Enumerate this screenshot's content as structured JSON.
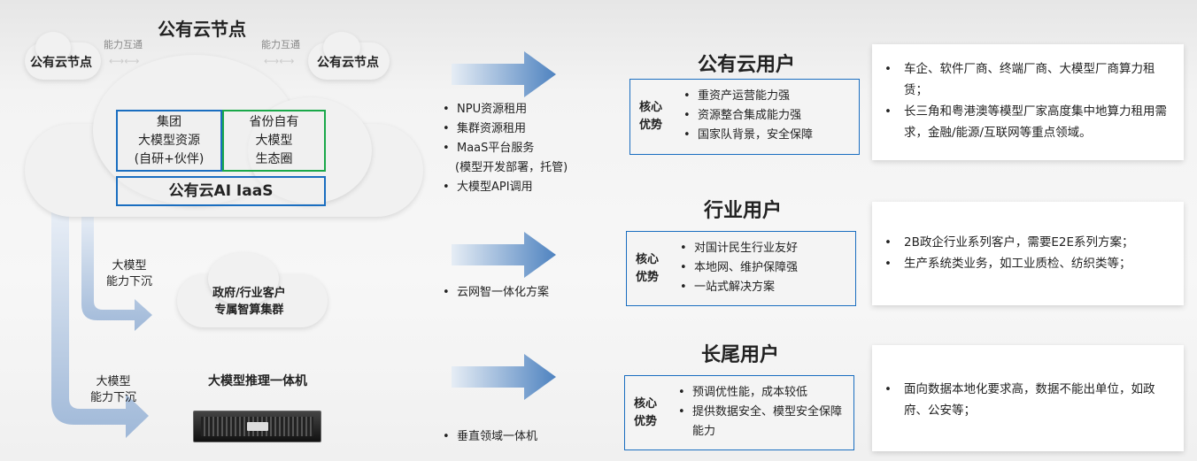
{
  "left": {
    "top_title": "公有云节点",
    "side_node_left": "公有云节点",
    "side_node_right": "公有云节点",
    "interconnect_left": "能力互通",
    "interconnect_right": "能力互通",
    "group_box": [
      "集团",
      "大模型资源",
      "(自研+伙伴)"
    ],
    "province_box": [
      "省份自有",
      "大模型",
      "生态圈"
    ],
    "iaas_box": "公有云AI IaaS",
    "sink_label_1": [
      "大模型",
      "能力下沉"
    ],
    "sink_label_2": [
      "大模型",
      "能力下沉"
    ],
    "gov_cloud": [
      "政府/行业客户",
      "专属智算集群"
    ],
    "appliance_title": "大模型推理一体机"
  },
  "middle": {
    "public_items": [
      "NPU资源租用",
      "集群资源租用",
      "MaaS平台服务",
      "(模型开发部署，托管)",
      "大模型API调用"
    ],
    "industry_items": [
      "云网智一体化方案"
    ],
    "longtail_items": [
      "垂直领域一体机"
    ]
  },
  "segments": [
    {
      "title": "公有云用户",
      "core_label": [
        "核心",
        "优势"
      ],
      "core_items": [
        "重资产运营能力强",
        "资源整合集成能力强",
        "国家队背景，安全保障"
      ],
      "details": [
        "车企、软件厂商、终端厂商、大模型厂商算力租赁；",
        "长三角和粤港澳等模型厂家高度集中地算力租用需求，金融/能源/互联网等重点领域。"
      ]
    },
    {
      "title": "行业用户",
      "core_label": [
        "核心",
        "优势"
      ],
      "core_items": [
        "对国计民生行业友好",
        "本地网、维护保障强",
        "一站式解决方案"
      ],
      "details": [
        "2B政企行业系列客户，需要E2E系列方案；",
        "生产系统类业务，如工业质检、纺织类等；"
      ]
    },
    {
      "title": "长尾用户",
      "core_label": [
        "核心",
        "优势"
      ],
      "core_items": [
        "预调优性能，成本较低",
        "提供数据安全、模型安全保障能力"
      ],
      "details": [
        "面向数据本地化要求高，数据不能出单位，如政府、公安等；"
      ]
    }
  ],
  "colors": {
    "blue": "#1a6ec0",
    "green": "#1aa84a",
    "arrow": "#5a8cc4"
  }
}
